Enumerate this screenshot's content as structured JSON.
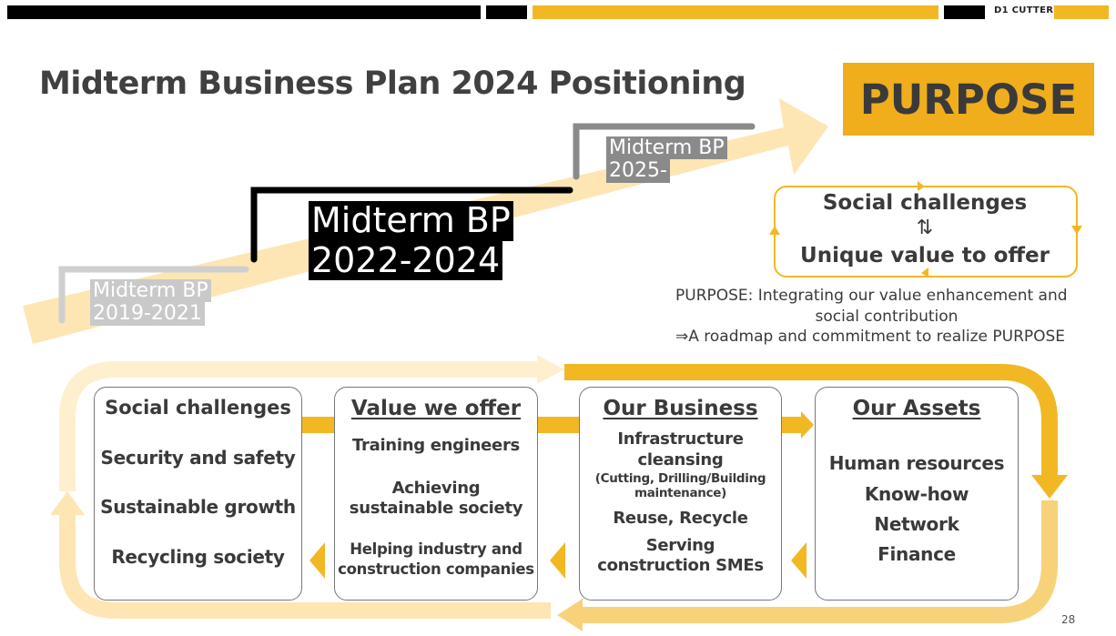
{
  "brand": "D1 CUTTER",
  "title": "Midterm Business Plan 2024 Positioning",
  "purpose_label": "PURPOSE",
  "plans": [
    {
      "label_line1": "Midterm BP",
      "label_line2": "2019-2021"
    },
    {
      "label_line1": "Midterm BP",
      "label_line2": "2022-2024"
    },
    {
      "label_line1": "Midterm BP",
      "label_line2": "2025-"
    }
  ],
  "purpose_cycle": {
    "top": "Social challenges",
    "arrows": "⇅",
    "bottom": "Unique value to offer"
  },
  "purpose_text": {
    "line1": "PURPOSE: Integrating our value enhancement and",
    "line2": "social contribution",
    "line3": "⇒A roadmap and commitment to realize PURPOSE"
  },
  "cards": [
    {
      "title": "Social challenges",
      "items": [
        "Security and safety",
        "Sustainable growth",
        "Recycling society"
      ]
    },
    {
      "title": "Value we offer",
      "items": [
        "Training engineers",
        "Achieving",
        "sustainable society",
        "Helping industry and",
        "construction companies"
      ]
    },
    {
      "title": "Our Business",
      "items": [
        "Infrastructure",
        "cleansing",
        "(Cutting, Drilling/Building",
        "maintenance)",
        "Reuse, Recycle",
        "Serving",
        "construction SMEs"
      ]
    },
    {
      "title": "Our Assets",
      "items": [
        "Human resources",
        "Know-how",
        "Network",
        "Finance"
      ]
    }
  ],
  "page_number": "28",
  "colors": {
    "accent": "#f0ad1c",
    "accent_light": "#fbe2a6",
    "dark": "#3a3a3a"
  }
}
